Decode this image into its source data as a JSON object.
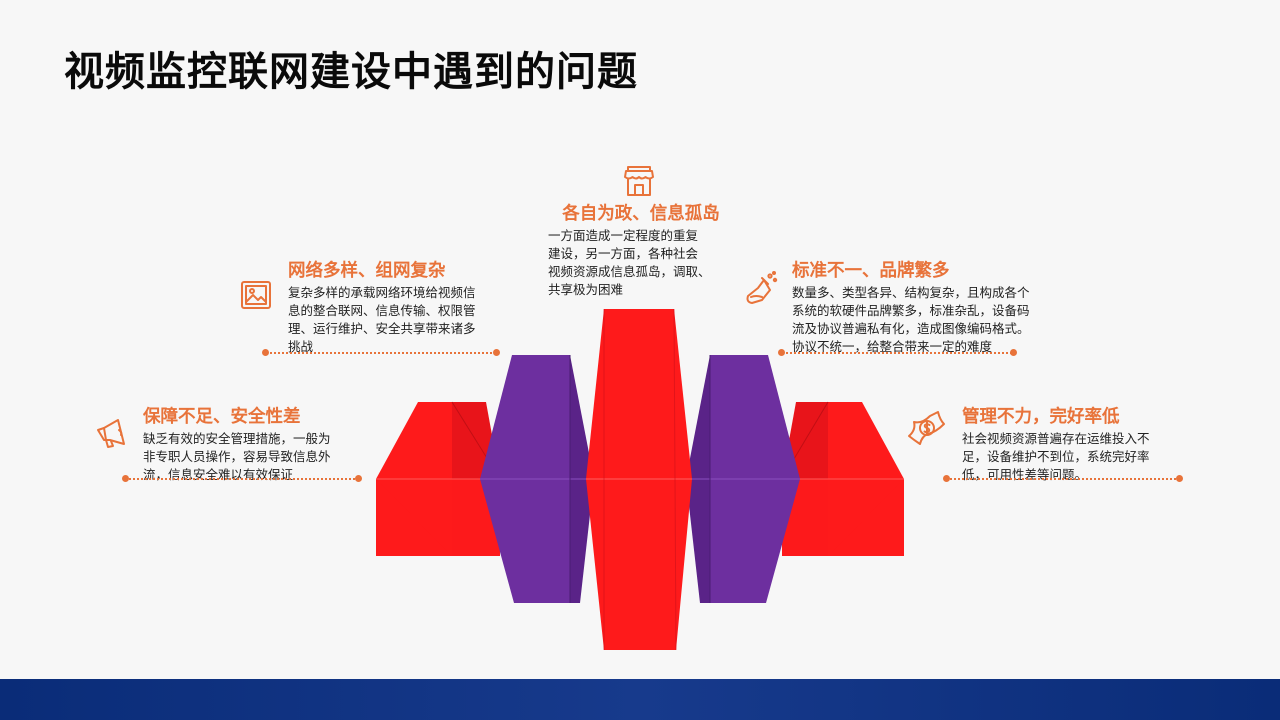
{
  "page": {
    "title": "视频监控联网建设中遇到的问题"
  },
  "items": {
    "top": {
      "heading": "各自为政、信息孤岛",
      "lines": [
        "一方面造成一定程度的重复",
        "建设，另一方面，各种社会",
        "视频资源成信息孤岛，调取、",
        "共享极为困难"
      ],
      "icon": "store-icon"
    },
    "upper_left": {
      "heading": "网络多样、组网复杂",
      "lines": [
        "复杂多样的承载网络环境给视频信",
        "息的整合联网、信息传输、权限管",
        "理、运行维护、安全共享带来诸多",
        "挑战"
      ],
      "icon": "image-icon"
    },
    "lower_left": {
      "heading": "保障不足、安全性差",
      "lines": [
        "缺乏有效的安全管理措施，一般为",
        "非专职人员操作，容易导致信息外",
        "流，信息安全难以有效保证"
      ],
      "icon": "megaphone-icon"
    },
    "upper_right": {
      "heading": "标准不一、品牌繁多",
      "lines": [
        "数量多、类型各异、结构复杂，且构成各个",
        "系统的软硬件品牌繁多，标准杂乱，设备码",
        "流及协议普遍私有化，造成图像编码格式。",
        "协议不统一，给整合带来一定的难度"
      ],
      "icon": "flask-icon"
    },
    "lower_right": {
      "heading": "管理不力，完好率低",
      "lines": [
        "社会视频资源普遍存在运维投入不",
        "足，设备维护不到位，系统完好率",
        "低，可用性差等问题。"
      ],
      "icon": "money-icon"
    }
  },
  "colors": {
    "accent": "#e8733a",
    "red": "#fe1a1b",
    "red_side": "#e5141a",
    "purple": "#6d2f9f",
    "purple_side": "#5a2388",
    "footer": "#0a2c78"
  }
}
